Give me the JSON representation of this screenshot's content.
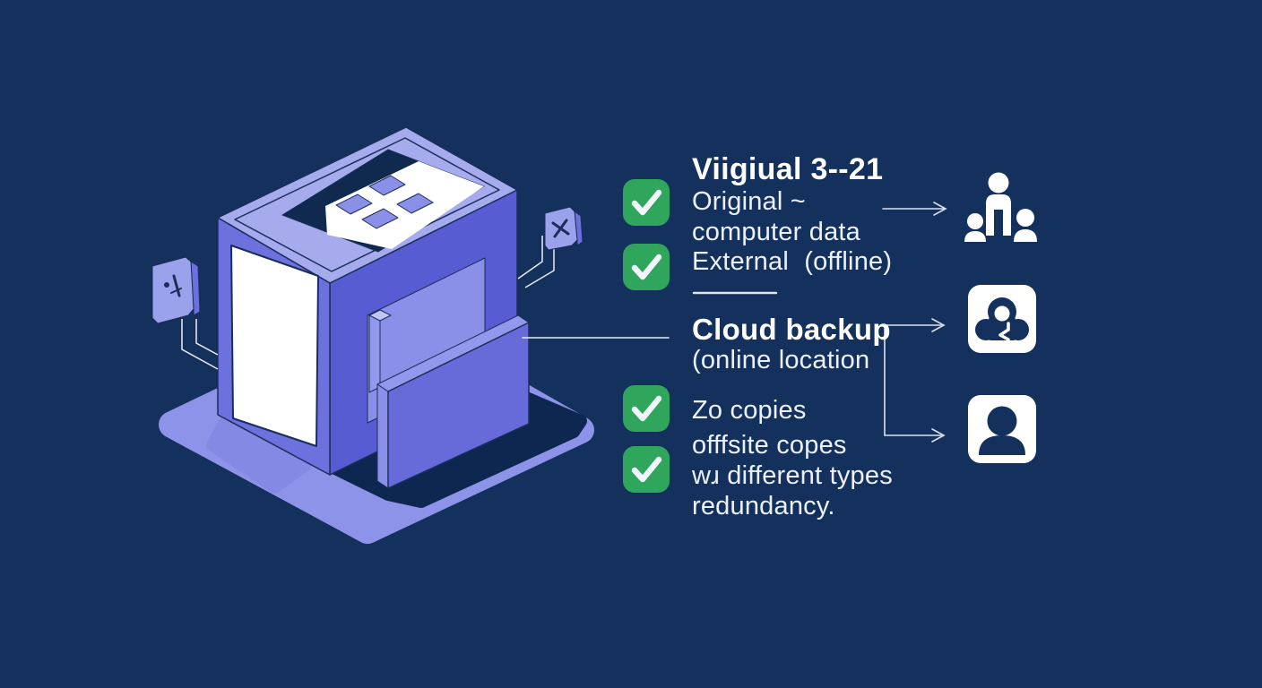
{
  "page": {
    "background_color": "#14305C",
    "text_color": "#ECF1F9"
  },
  "colors": {
    "check_green": "#2FA65B",
    "base_platform": "#8D93E9",
    "cube_top": "#A6ABEE",
    "cube_front": "#6C71DE",
    "cube_side": "#575CD2",
    "panel_light": "#8A90E8",
    "shadow_navy": "#0E2750",
    "outline_navy": "#1B2E5A",
    "line_white": "#DFE6F2",
    "icon_white": "#FFFFFF"
  },
  "sections": {
    "top": {
      "title": "Viigiual 3--21",
      "lines": [
        "Original ~",
        "computer data",
        "External (offline)"
      ]
    },
    "cloud": {
      "title": "Cloud backup",
      "lines": [
        "(online location"
      ]
    },
    "bottom": {
      "lines": [
        "Zo copies",
        "offfsite copes",
        "wɹ different types",
        "redundancy."
      ]
    }
  },
  "icons": {
    "checklist": "check-icon",
    "group": "people-group-icon",
    "cloud_user": "cloud-user-icon",
    "user": "user-icon"
  },
  "illustration": {
    "subject": "isometric-server-with-backup-drawer"
  }
}
